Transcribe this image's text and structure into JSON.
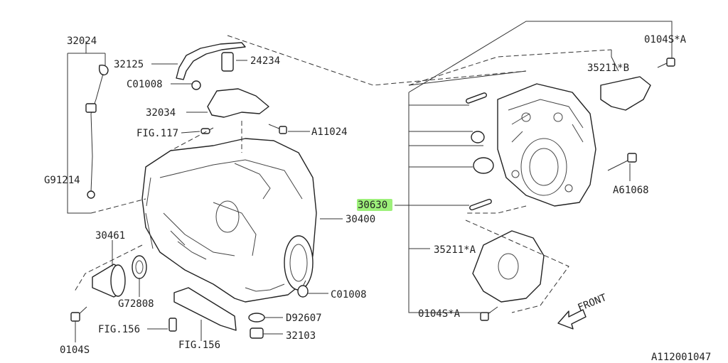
{
  "labels": {
    "p32024": "32024",
    "p32125": "32125",
    "p24234": "24234",
    "pC01008a": "C01008",
    "p32034": "32034",
    "fig117": "FIG.117",
    "pA11024": "A11024",
    "pG91214": "G91214",
    "p30630": "30630",
    "p30400": "30400",
    "p30461": "30461",
    "pG72808": "G72808",
    "fig156a": "FIG.156",
    "fig156b": "FIG.156",
    "p0104S": "0104S",
    "pC01008b": "C01008",
    "pD92607": "D92607",
    "p32103": "32103",
    "p0104SA_top": "0104S*A",
    "p35211B": "35211*B",
    "pA61068": "A61068",
    "p35211A": "35211*A",
    "p0104SA_bottom": "0104S*A",
    "front": "FRONT",
    "drawing_id": "A112001047"
  },
  "colors": {
    "highlight": "#9df07a",
    "line": "#333333"
  }
}
